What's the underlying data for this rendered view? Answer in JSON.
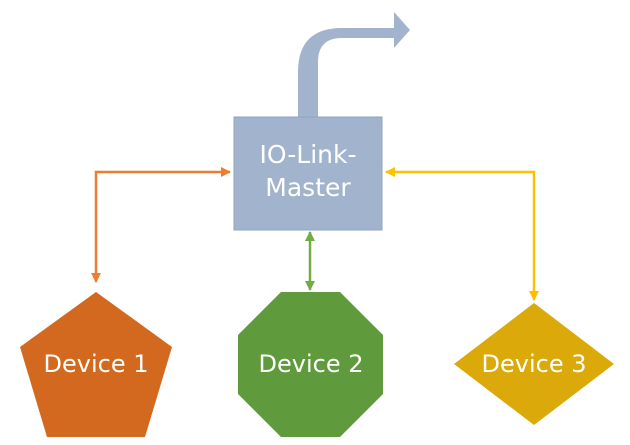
{
  "master": {
    "line1": "IO-Link-",
    "line2": "Master",
    "color": "#a2b4cd"
  },
  "devices": [
    {
      "label": "Device 1",
      "shape": "pentagon",
      "color": "#d3691e"
    },
    {
      "label": "Device 2",
      "shape": "octagon",
      "color": "#5f9a3c"
    },
    {
      "label": "Device 3",
      "shape": "diamond",
      "color": "#dba90a"
    }
  ],
  "connections": [
    {
      "from": "master",
      "to": "Device 1",
      "color": "#ed7d31",
      "direction": "bidirectional"
    },
    {
      "from": "master",
      "to": "Device 2",
      "color": "#70ad47",
      "direction": "bidirectional"
    },
    {
      "from": "master",
      "to": "Device 3",
      "color": "#ffc000",
      "direction": "bidirectional"
    }
  ],
  "uplink_arrow": {
    "color": "#a2b4cd",
    "direction": "up-right"
  }
}
